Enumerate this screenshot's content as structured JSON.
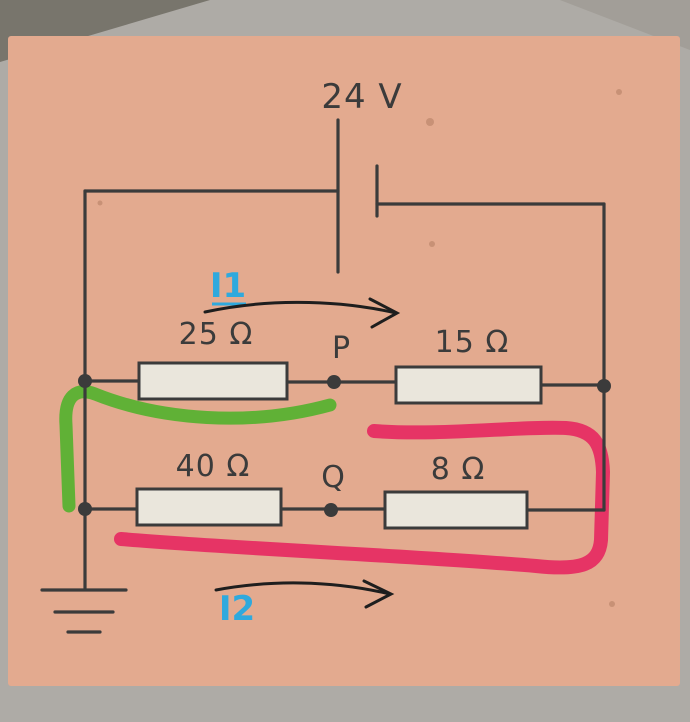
{
  "diagram": {
    "voltage_label": "24 V",
    "resistors": {
      "r1": "25 Ω",
      "r2": "15 Ω",
      "r3": "40 Ω",
      "r4": "8 Ω"
    },
    "nodes": {
      "p": "P",
      "q": "Q"
    },
    "currents": {
      "i1": "I1",
      "i2": "I2"
    },
    "colors": {
      "background": "#e3aa8f",
      "wire": "#3b3b3b",
      "ink": "#3b3b3b",
      "resistor_fill": "#eae6dc",
      "current_label": "#2fa9dd",
      "arrow": "#1e1e1e",
      "highlight_green": "#55b22f",
      "highlight_pink": "#e62a62"
    }
  }
}
